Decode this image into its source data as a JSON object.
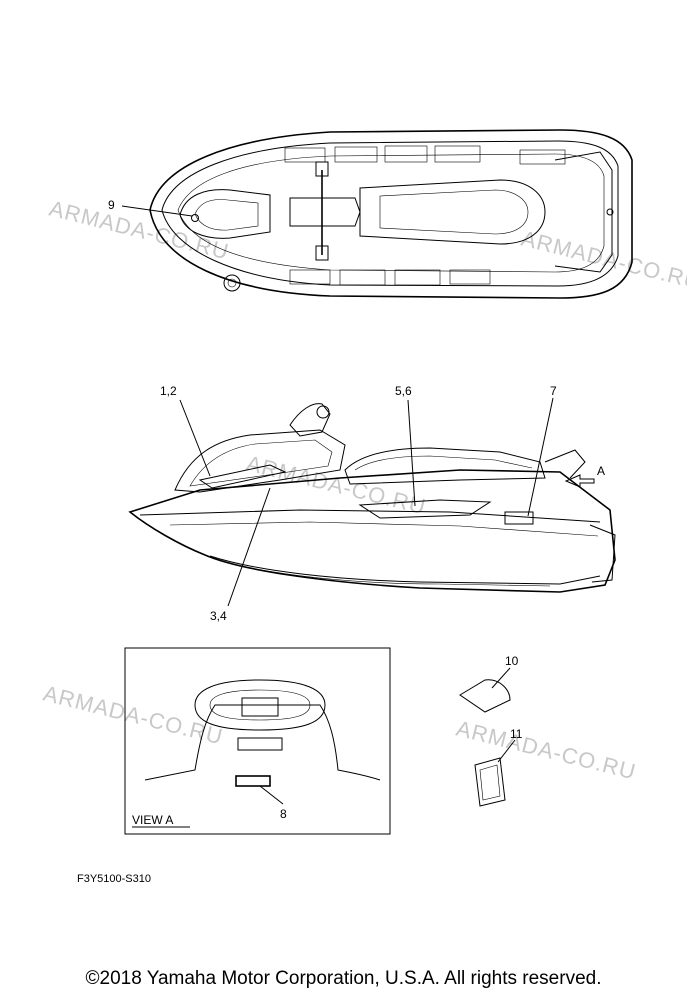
{
  "watermark": "ARMADA-CO.RU",
  "callouts": {
    "c9": "9",
    "c12": "1,2",
    "c56": "5,6",
    "c7": "7",
    "cA": "A",
    "c34": "3,4",
    "c10": "10",
    "c11": "11",
    "c8": "8"
  },
  "view_label": "VIEW A",
  "diagram_code": "F3Y5100-S310",
  "copyright": "©2018 Yamaha Motor Corporation, U.S.A. All rights reserved."
}
